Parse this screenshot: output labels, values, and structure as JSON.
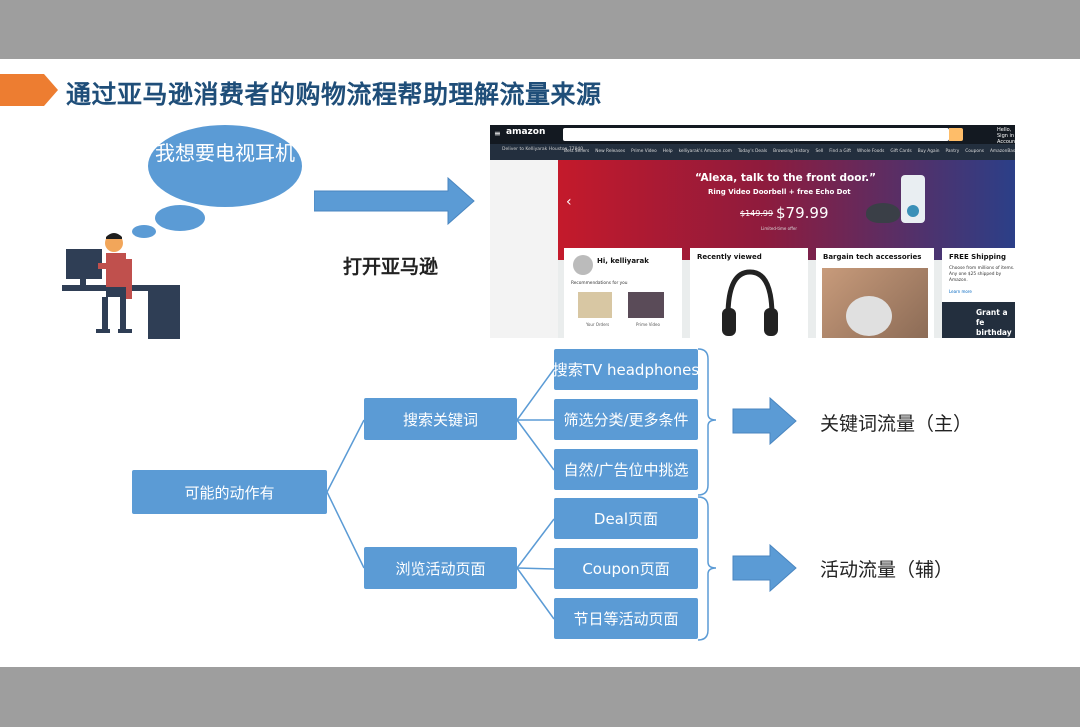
{
  "slide": {
    "title": "通过亚马逊消费者的购物流程帮助理解流量来源",
    "thought_bubble_text": "我想要电视耳机",
    "open_label": "打开亚马逊"
  },
  "amazon": {
    "logo": "amazon",
    "account_text": "Hello, Sign in Account",
    "location_text": "Deliver to Kelliyarak Houston 77040",
    "nav_items": [
      "Best Sellers",
      "New Releases",
      "Prime Video",
      "Help",
      "kelliyarak's Amazon.com",
      "Today's Deals",
      "Browsing History",
      "Sell",
      "Find a Gift",
      "Whole Foods",
      "Gift Cards",
      "Buy Again",
      "Pantry",
      "Coupons",
      "AmazonBasics"
    ],
    "hero_headline": "“Alexa, talk to the front door.”",
    "hero_sub": "Ring Video Doorbell + free Echo Dot",
    "hero_old_price": "$149.99",
    "hero_price": "$79.99",
    "hero_small": "Limited-time offer",
    "cards": [
      {
        "title": "Hi, kelliyarak",
        "text": "Recommendations for you"
      },
      {
        "title": "Recently viewed",
        "text": ""
      },
      {
        "title": "Bargain tech accessories",
        "text": ""
      },
      {
        "title": "FREE Shipping",
        "text": "Choose from millions of items. Any one $25 shipped by Amazon."
      }
    ],
    "card1_items": [
      "Your Orders",
      "Prime Video"
    ],
    "card4_link": "Learn more",
    "grant_text": "Grant a fe birthday wi"
  },
  "diagram": {
    "root": "可能的动作有",
    "branch_search": "搜索关键词",
    "branch_browse": "浏览活动页面",
    "search_leaves": [
      "搜索TV headphones",
      "筛选分类/更多条件",
      "自然/广告位中挑选"
    ],
    "browse_leaves": [
      "Deal页面",
      "Coupon页面",
      "节日等活动页面"
    ],
    "result_search": "关键词流量（主）",
    "result_browse": "活动流量（辅）"
  },
  "colors": {
    "node_blue": "#5b9bd5",
    "title_blue": "#1f4e79",
    "arrow_orange": "#ed7d31"
  }
}
